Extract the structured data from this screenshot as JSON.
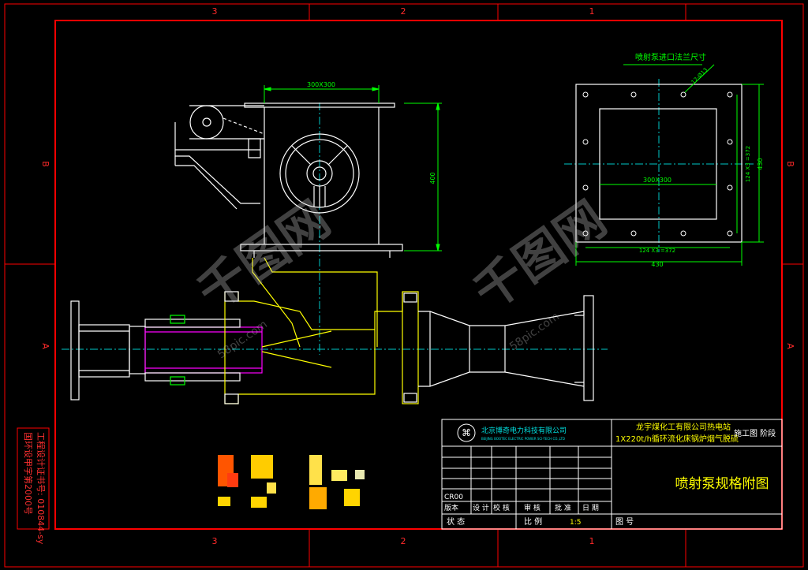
{
  "grid_labels": {
    "top": [
      "3",
      "2",
      "1"
    ],
    "bottom": [
      "3",
      "2",
      "1"
    ],
    "left": [
      "B",
      "A"
    ],
    "right": [
      "B",
      "A"
    ]
  },
  "dimensions": {
    "inlet_width": "300X300",
    "height": "400",
    "flange_title": "喷射泵进口法兰尺寸",
    "bolt_holes": "12-Ø13",
    "inner_square": "300X300",
    "bolt_spacing_h": "124 X3 =372",
    "bolt_spacing_v": "124 X3 =372",
    "outer_h": "430",
    "outer_v": "430"
  },
  "watermark": {
    "brand": "千图网",
    "url": "58pic.com"
  },
  "side_stamp": {
    "line1": "工程设计证书号: 010844-sy",
    "line2": "国环设甲字第2000号"
  },
  "title_block": {
    "company_cn": "北京博奇电力科技有限公司",
    "company_en": "BEIJING BOOTEC ELECTRIC POWER SCI-TECH CO.,LTD",
    "project_line1": "龙宇煤化工有限公司热电站",
    "project_line2": "1X220t/h循环流化床锅炉烟气脱硫",
    "stage": "施工图  阶段",
    "drawing_title": "喷射泵规格附图",
    "code": "CR00",
    "row_labels": [
      "版本",
      "设 计",
      "校 核",
      "审 核",
      "批 准",
      "日 期"
    ],
    "status_label": "状 态",
    "scale_label": "比 例",
    "scale_value": "1:5",
    "drawing_no_label": "图 号"
  },
  "colors": {
    "frame": "#ff0000",
    "line": "#ffffff",
    "outline_yellow": "#ffff00",
    "dim_green": "#00ff00",
    "center_cyan": "#00e0e0",
    "magenta": "#ff00ff"
  }
}
